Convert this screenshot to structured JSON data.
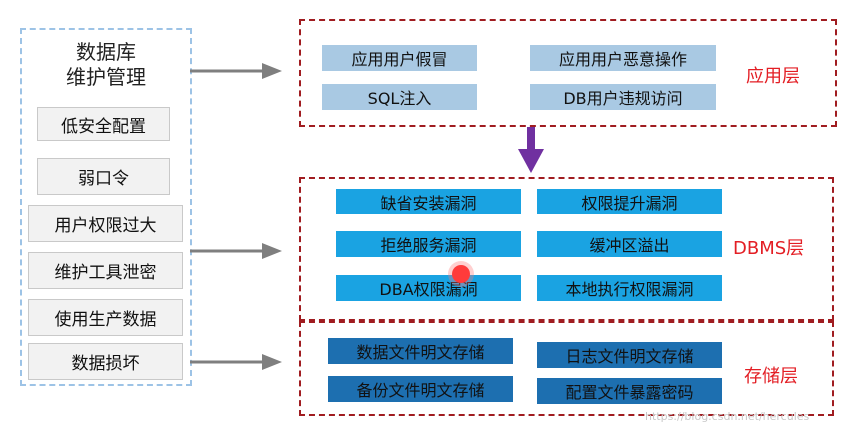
{
  "left": {
    "title_line1": "数据库",
    "title_line2": "维护管理",
    "items": [
      "低安全配置",
      "弱口令",
      "用户权限过大",
      "维护工具泄密",
      "使用生产数据",
      "数据损坏"
    ]
  },
  "app_layer": {
    "label": "应用层",
    "cells": [
      "应用用户假冒",
      "应用用户恶意操作",
      "SQL注入",
      "DB用户违规访问"
    ]
  },
  "dbms_layer": {
    "label": "DBMS层",
    "cells": [
      "缺省安装漏洞",
      "权限提升漏洞",
      "拒绝服务漏洞",
      "缓冲区溢出",
      "DBA权限漏洞",
      "本地执行权限漏洞"
    ]
  },
  "storage_layer": {
    "label": "存储层",
    "cells": [
      "数据文件明文存储",
      "日志文件明文存储",
      "备份文件明文存储",
      "配置文件暴露密码"
    ]
  },
  "watermark": "https://blog.csdn.net/hercules"
}
